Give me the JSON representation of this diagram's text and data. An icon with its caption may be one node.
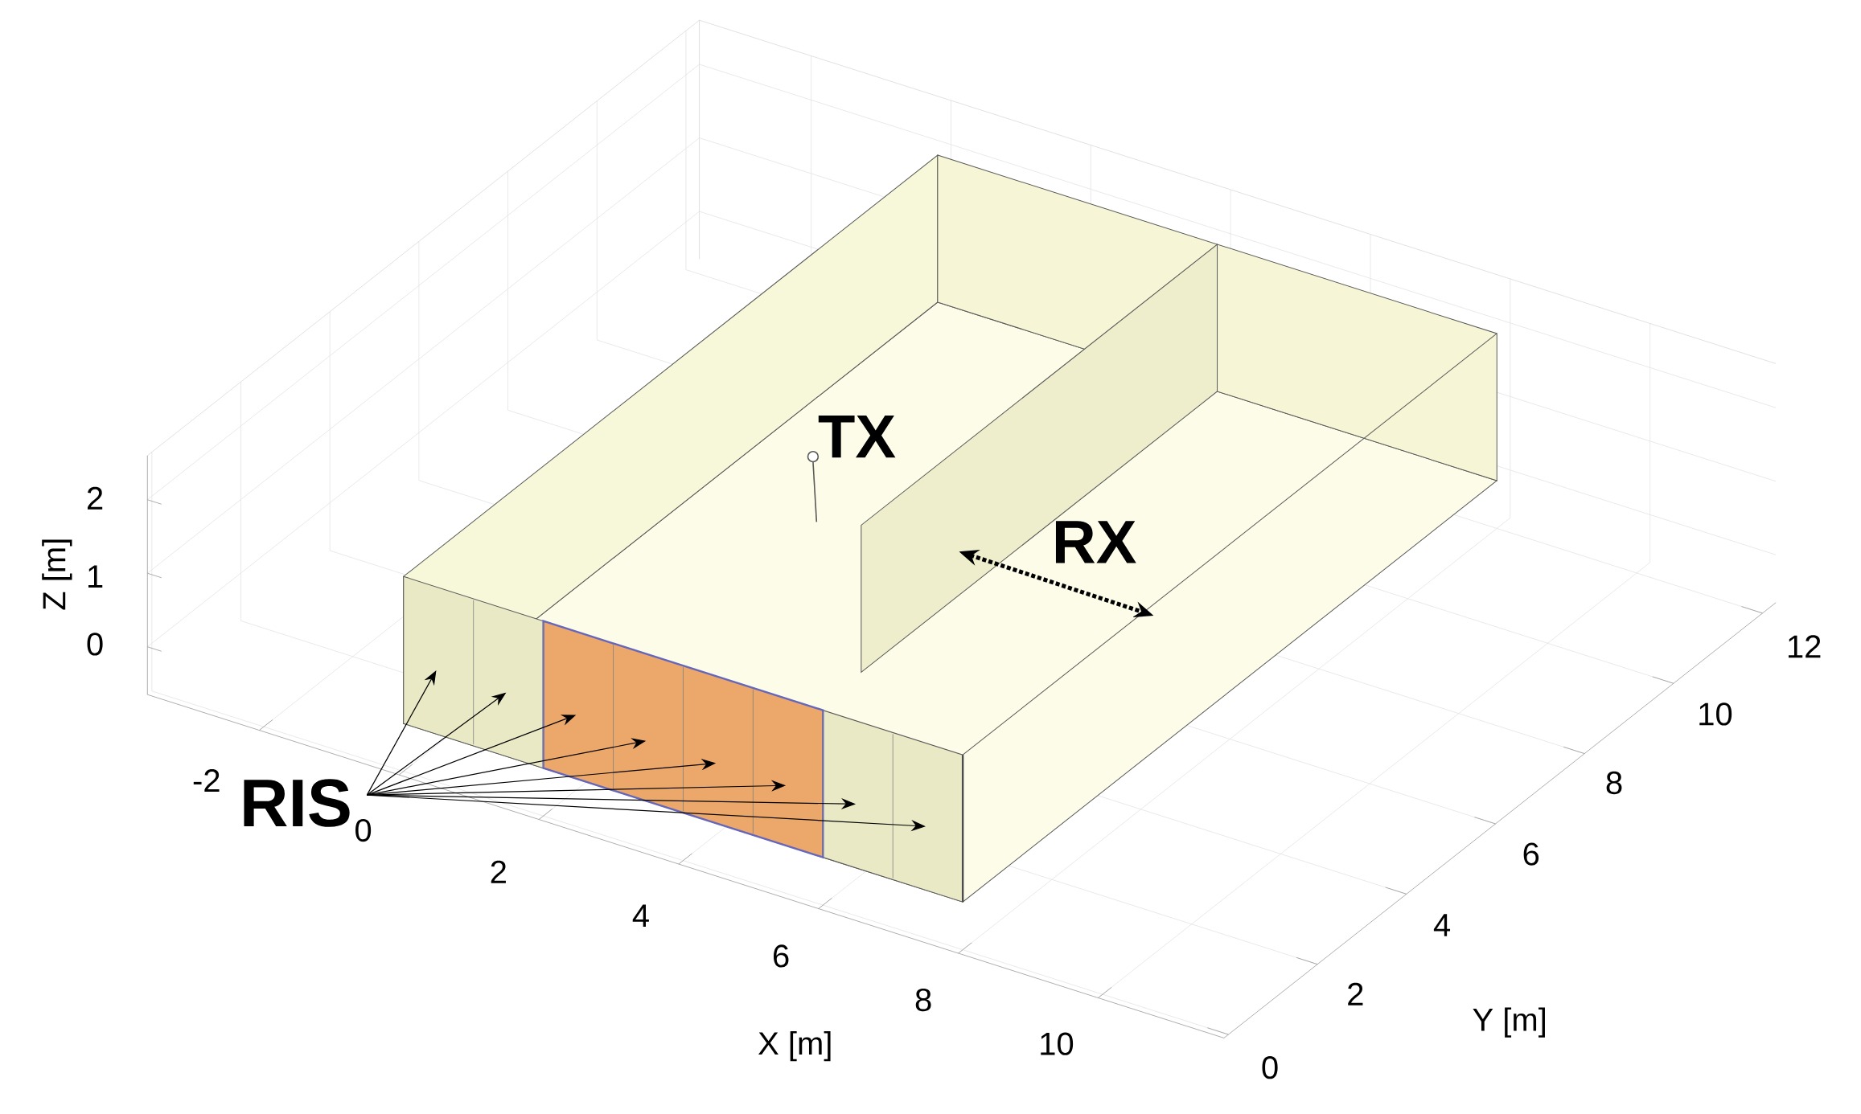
{
  "diagram": {
    "nodes": [
      {
        "text": [
          "RIS"
        ]
      },
      {
        "text": [],
        "shape": "box"
      }
    ],
    "edges": [
      {
        "from": 0,
        "to": 1,
        "arrow": "to"
      },
      {
        "from": 0,
        "to": 1,
        "arrow": "to"
      },
      {
        "from": 0,
        "to": 1,
        "arrow": "to"
      },
      {
        "from": 0,
        "to": 1,
        "arrow": "to"
      },
      {
        "from": 0,
        "to": 1,
        "arrow": "to"
      },
      {
        "from": 0,
        "to": 1,
        "arrow": "to"
      },
      {
        "from": 0,
        "to": 1,
        "arrow": "to"
      },
      {
        "from": 0,
        "to": 1,
        "arrow": "to"
      }
    ],
    "labels": [
      "TX",
      "RX",
      "Z [m]",
      "2",
      "1",
      "0",
      "-2",
      "0",
      "2",
      "4",
      "6",
      "8",
      "10",
      "X [m]",
      "12",
      "10",
      "8",
      "6",
      "4",
      "2",
      "0",
      "Y [m]"
    ]
  }
}
